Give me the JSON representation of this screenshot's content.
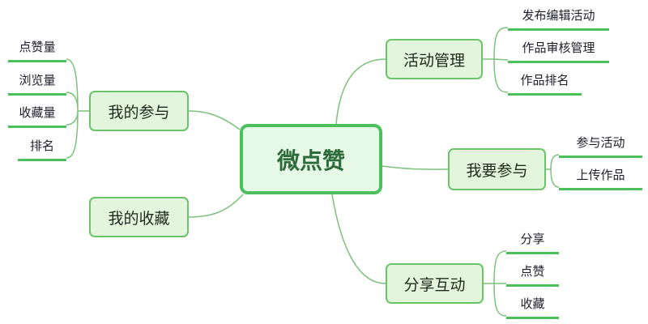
{
  "root": "微点赞",
  "branches": {
    "activity": {
      "label": "活动管理",
      "children": [
        "发布编辑活动",
        "作品审核管理",
        "作品排名"
      ]
    },
    "join": {
      "label": "我要参与",
      "children": [
        "参与活动",
        "上传作品"
      ]
    },
    "share": {
      "label": "分享互动",
      "children": [
        "分享",
        "点赞",
        "收藏"
      ]
    },
    "mine": {
      "label": "我的参与",
      "children": [
        "点赞量",
        "浏览量",
        "收藏量",
        "排名"
      ]
    },
    "fav": {
      "label": "我的收藏"
    }
  },
  "colors": {
    "line": "#4cc05a",
    "fill": "#e3f6dd",
    "stroke": "#6cc46a"
  }
}
